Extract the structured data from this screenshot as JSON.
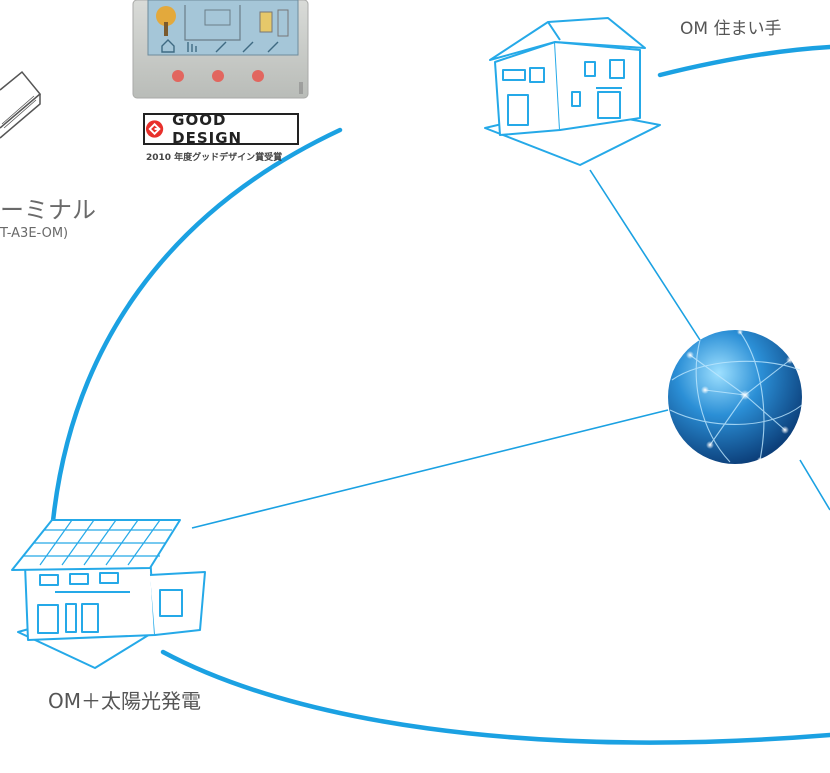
{
  "labels": {
    "resident": "OM 住まい手",
    "solar_house": "OM＋太陽光発電",
    "terminal": "ーミナル",
    "terminal_model": "T-A3E-OM)"
  },
  "badge": {
    "text": "GOOD DESIGN",
    "caption": "2010 年度グッドデザイン賞受賞"
  },
  "colors": {
    "network_line": "#1ba1e2",
    "house_line": "#25a9e8",
    "globe_dark": "#14539a",
    "globe_light": "#7fd0ff",
    "badge_red": "#e8302b"
  }
}
